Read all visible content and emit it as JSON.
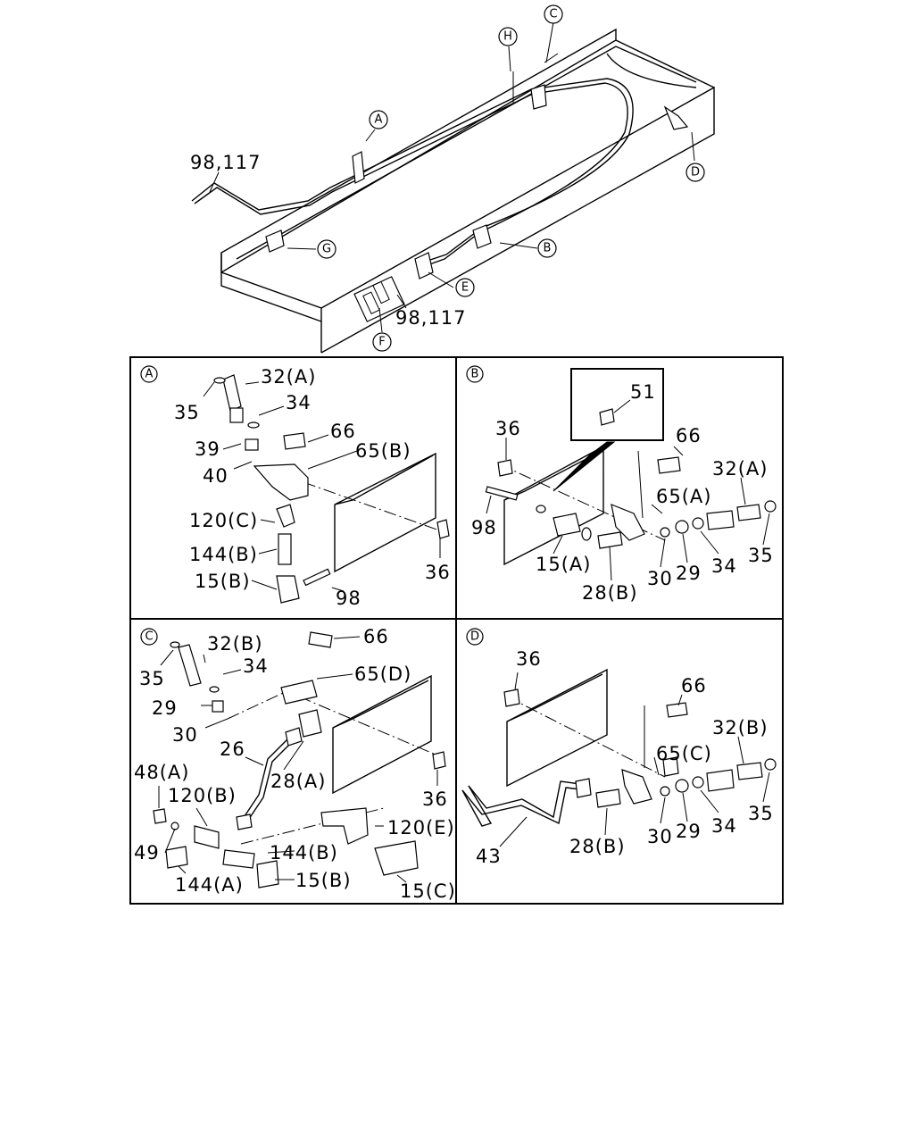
{
  "overview": {
    "callouts": [
      "A",
      "B",
      "C",
      "D",
      "E",
      "F",
      "G",
      "H"
    ],
    "labels": {
      "top_left": "98,117",
      "bottom": "98,117"
    }
  },
  "panel_a": {
    "tag": "A",
    "labels": [
      "32(A)",
      "35",
      "34",
      "39",
      "66",
      "65(B)",
      "40",
      "120(C)",
      "144(B)",
      "15(B)",
      "36",
      "98"
    ]
  },
  "panel_b": {
    "tag": "B",
    "labels": [
      "51",
      "36",
      "66",
      "32(A)",
      "65(A)",
      "98",
      "15(A)",
      "35",
      "34",
      "29",
      "30",
      "28(B)"
    ]
  },
  "panel_c": {
    "tag": "C",
    "labels": [
      "32(B)",
      "66",
      "35",
      "34",
      "65(D)",
      "29",
      "30",
      "26",
      "28(A)",
      "48(A)",
      "120(B)",
      "36",
      "120(E)",
      "49",
      "144(B)",
      "144(A)",
      "15(B)",
      "15(C)"
    ]
  },
  "panel_d": {
    "tag": "D",
    "labels": [
      "36",
      "66",
      "32(B)",
      "65(C)",
      "35",
      "34",
      "29",
      "30",
      "28(B)",
      "43"
    ]
  }
}
